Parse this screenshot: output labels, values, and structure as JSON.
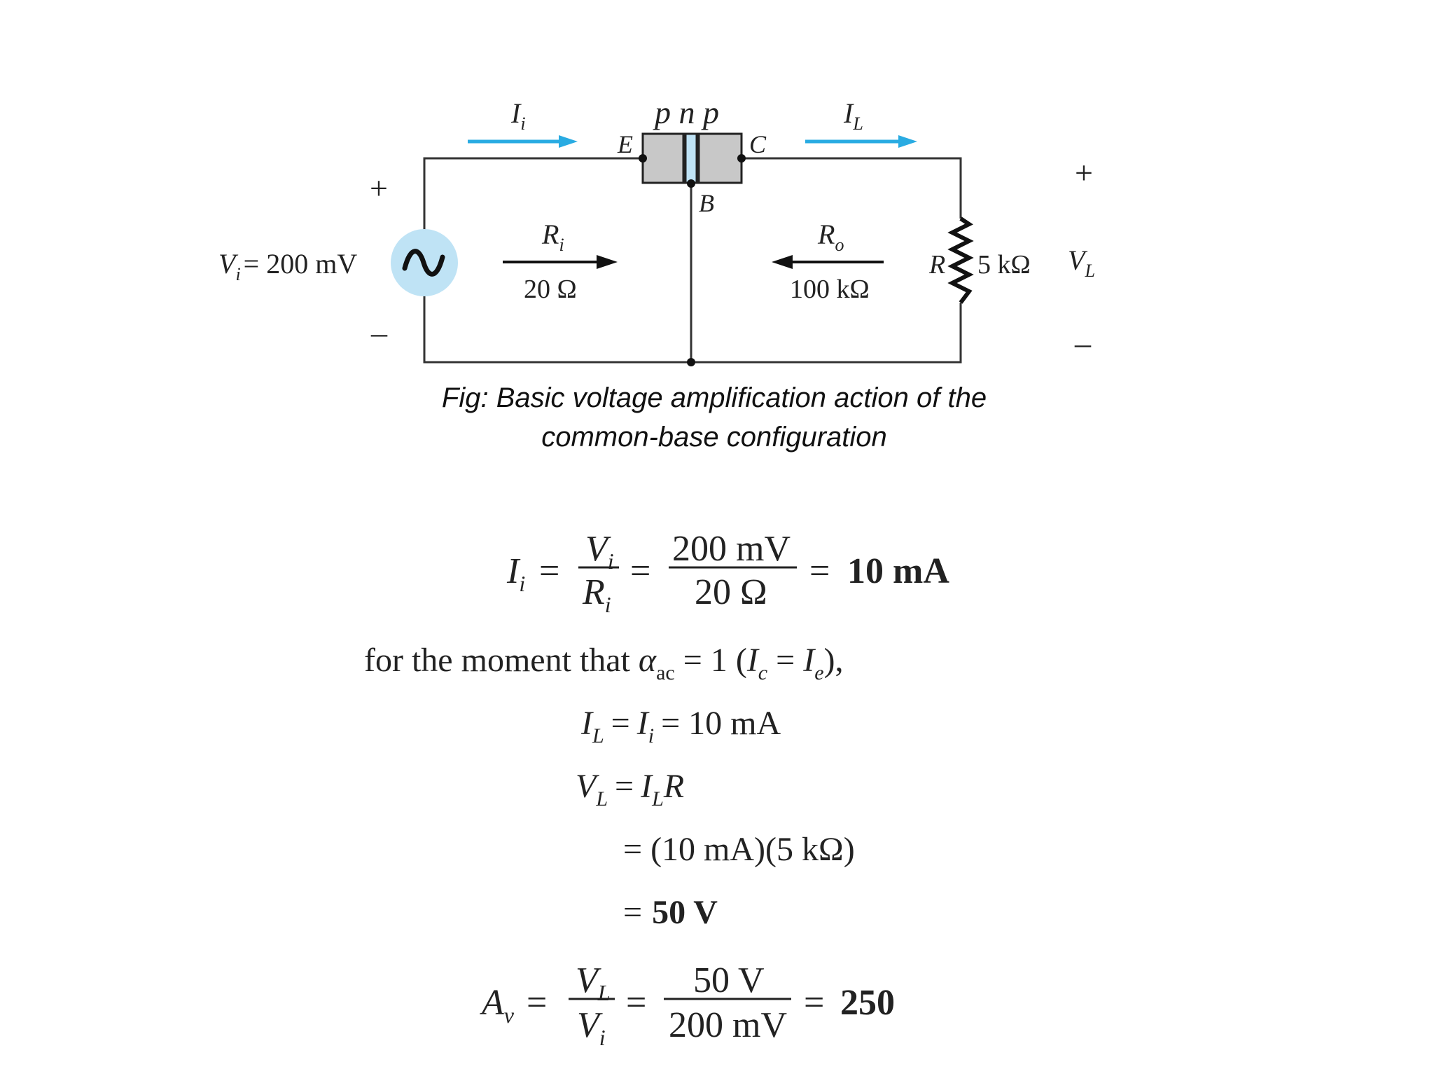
{
  "diagram": {
    "transistor_type": "p n p",
    "terminal_emitter": "E",
    "terminal_collector": "C",
    "terminal_base": "B",
    "current_in": "I",
    "current_in_sub": "i",
    "current_load": "I",
    "current_load_sub": "L",
    "source_label": "V",
    "source_label_sub": "i",
    "source_value": "= 200  mV",
    "input_resistance": "R",
    "input_resistance_sub": "i",
    "input_resistance_value": "20 Ω",
    "output_resistance": "R",
    "output_resistance_sub": "o",
    "output_resistance_value": "100 kΩ",
    "load_resistor": "R",
    "load_resistor_value": "5 kΩ",
    "load_voltage": "V",
    "load_voltage_sub": "L",
    "plus_sign": "+",
    "minus_sign": "–",
    "arrow_color": "#29abe2",
    "source_fill": "#bfe3f5",
    "transistor_fill": "#c8c8c8"
  },
  "caption": {
    "line1": "Fig: Basic voltage amplification action of the",
    "line2": "common-base configuration"
  },
  "equations": {
    "eq1": {
      "lhs": "I",
      "lhs_sub": "i",
      "num": "V",
      "num_sub": "i",
      "den": "R",
      "den_sub": "i",
      "num2": "200 mV",
      "den2": "20 Ω",
      "result": "10 mA"
    },
    "text_line": {
      "prefix": "for the moment that ",
      "alpha": "α",
      "alpha_sub": "ac",
      "middle": " = 1 (",
      "ic": "I",
      "ic_sub": "c",
      "eq": " = ",
      "ie": "I",
      "ie_sub": "e",
      "suffix": "),"
    },
    "eq2": {
      "a": "I",
      "a_sub": "L",
      "b": "I",
      "b_sub": "i",
      "value": "= 10 mA"
    },
    "eq3": {
      "a": "V",
      "a_sub": "L",
      "b": "I",
      "b_sub": "L",
      "b_tail": "R"
    },
    "eq4": "= (10 mA)(5 kΩ)",
    "eq5": {
      "eq": "=",
      "value": "50 V"
    },
    "eq6": {
      "lhs": "A",
      "lhs_sub": "v",
      "num": "V",
      "num_sub": "L",
      "den": "V",
      "den_sub": "i",
      "num2": "50 V",
      "den2": "200 mV",
      "result": "250"
    },
    "equals": "="
  }
}
